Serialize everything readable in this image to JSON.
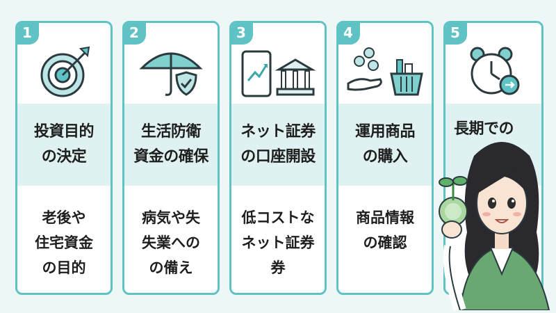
{
  "steps": [
    {
      "number": "1",
      "title": "投資目的\nの決定",
      "desc": "老後や\n住宅資金\nの目的",
      "icon": "target-icon"
    },
    {
      "number": "2",
      "title": "生活防衛\n資金の確保",
      "desc": "病気や失\n失業への\nの備え",
      "icon": "umbrella-shield-icon"
    },
    {
      "number": "3",
      "title": "ネット証券\nの口座開設",
      "desc": "低コストな\nネット証券\n券",
      "icon": "phone-bank-icon"
    },
    {
      "number": "4",
      "title": "運用商品\nの購入",
      "desc": "商品情報\nの確認",
      "icon": "coins-basket-icon"
    },
    {
      "number": "5",
      "title": "長期での",
      "desc": "",
      "icon": "alarm-clock-icon"
    }
  ],
  "colors": {
    "accent": "#5fc2c4",
    "band": "#dff2f1",
    "text": "#1e1e1e"
  },
  "character": {
    "icon": "woman-holding-sprout-icon"
  }
}
